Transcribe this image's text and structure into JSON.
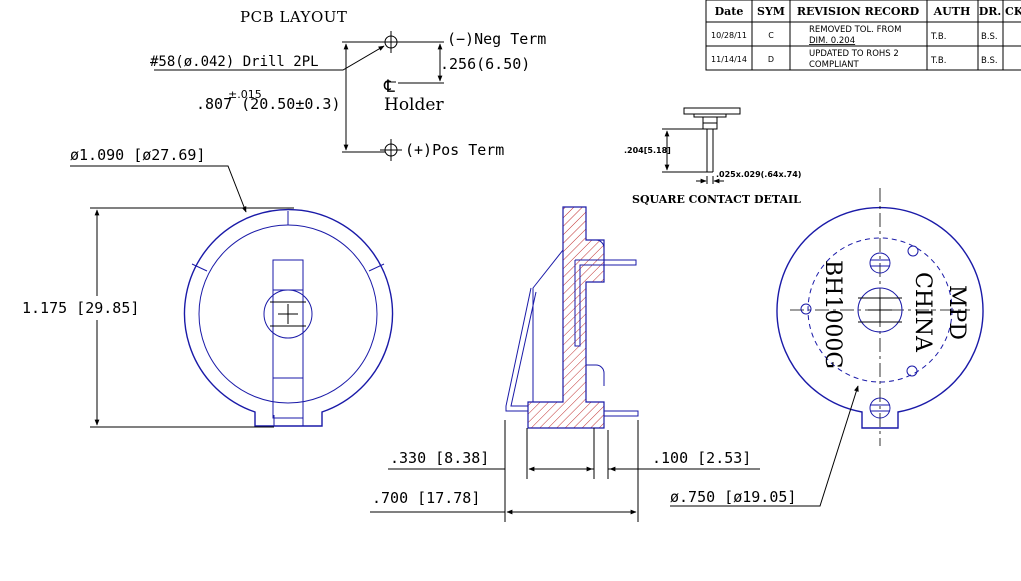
{
  "pcb_layout": {
    "title": "PCB LAYOUT",
    "drill": "#58(ø.042) Drill 2PL",
    "neg_term": "(−)Neg Term",
    "pos_term": "(+)Pos Term",
    "offset": ".256(6.50)",
    "tol_top": "±.015",
    "spacing": ".807 (20.50±0.3)",
    "centerline_symbol": "℄",
    "holder": "Holder"
  },
  "revision_table": {
    "headers": [
      "Date",
      "SYM",
      "REVISION RECORD",
      "AUTH",
      "DR.",
      "CK"
    ],
    "rows": [
      {
        "date": "10/28/11",
        "sym": "C",
        "record_1": "REMOVED TOL. FROM",
        "record_2": "DIM. 0.204",
        "auth": "T.B.",
        "dr": "B.S."
      },
      {
        "date": "11/14/14",
        "sym": "D",
        "record_1": "UPDATED TO ROHS 2",
        "record_2": "COMPLIANT",
        "auth": "T.B.",
        "dr": "B.S."
      }
    ]
  },
  "contact_detail": {
    "height": ".204[5.18]",
    "size": ".025x.029(.64x.74)",
    "title": "SQUARE CONTACT DETAIL"
  },
  "front_view": {
    "diameter": "ø1.090 [ø27.69]",
    "height": "1.175 [29.85]"
  },
  "side_view": {
    "dim_330": ".330 [8.38]",
    "dim_100": ".100 [2.53]",
    "dim_700": ".700 [17.78]"
  },
  "bottom_view": {
    "diameter": "ø.750 [ø19.05]",
    "mark_mpd": "MPD",
    "mark_china": "CHINA",
    "mark_part": "BH1000G"
  }
}
